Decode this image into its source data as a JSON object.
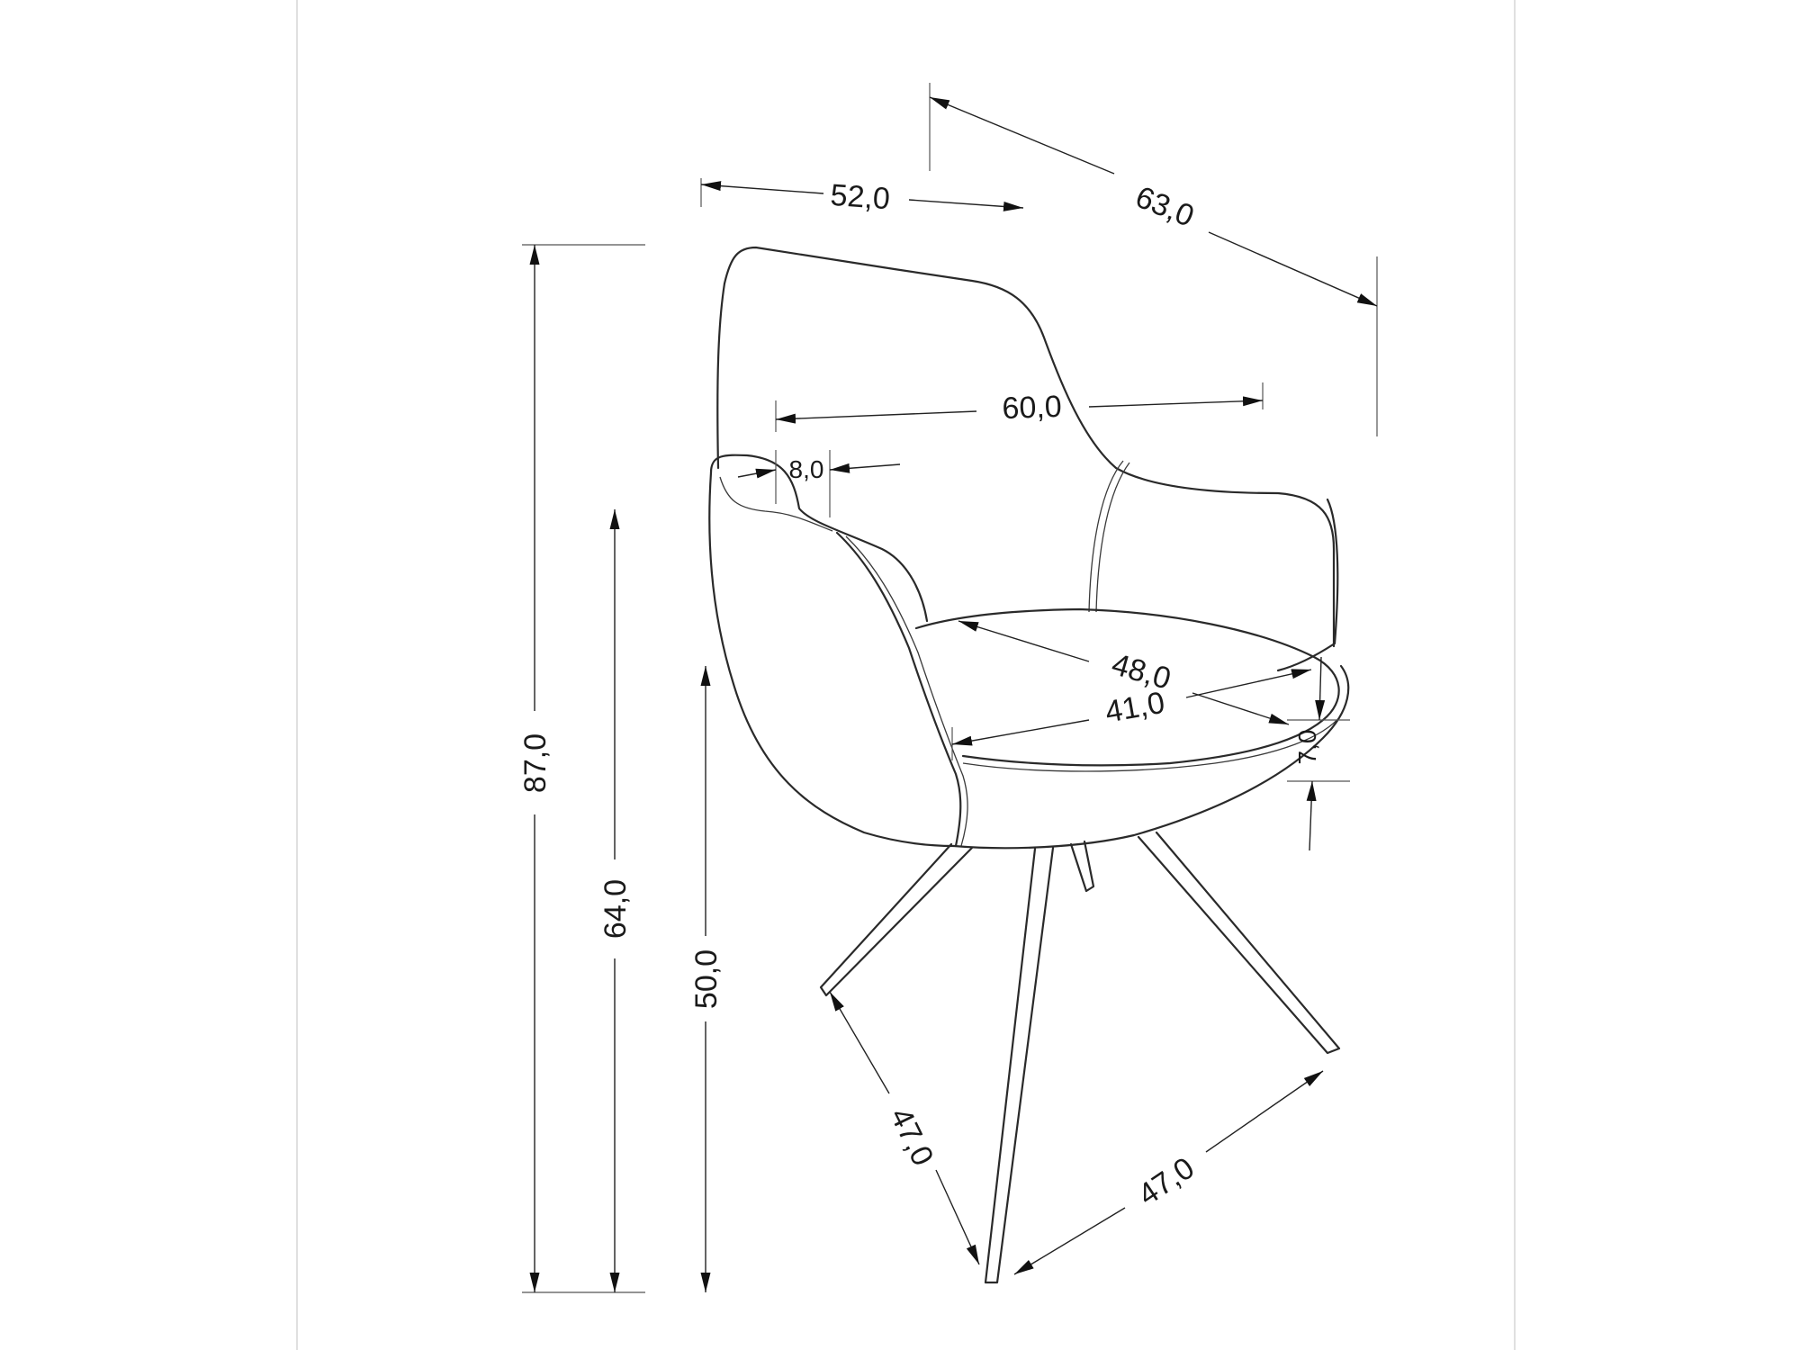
{
  "diagram": {
    "dimensions": {
      "width_top": "52,0",
      "depth_top": "63,0",
      "arm_span": "60,0",
      "arm_width": "8,0",
      "seat_width": "48,0",
      "seat_depth": "41,0",
      "seat_thickness": "7,0",
      "total_height": "87,0",
      "arm_height": "64,0",
      "seat_height": "50,0",
      "leg_left": "47,0",
      "leg_right": "47,0"
    }
  }
}
